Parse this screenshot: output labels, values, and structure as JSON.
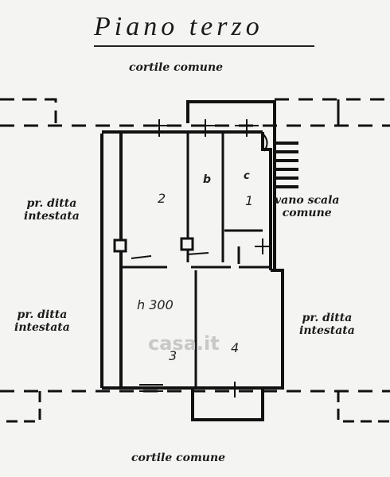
{
  "title": "Piano terzo",
  "courtyard_top": "cortile comune",
  "courtyard_bottom": "cortile comune",
  "neighbor_left_upper": {
    "line1": "pr. ditta",
    "line2": "intestata"
  },
  "neighbor_left_lower": {
    "line1": "pr. ditta",
    "line2": "intestata"
  },
  "neighbor_right_lower": {
    "line1": "pr. ditta",
    "line2": "intestata"
  },
  "stairwell": {
    "line1": "vano scala",
    "line2": "comune"
  },
  "rooms": {
    "room_2": "2",
    "room_b": "b",
    "room_c": "c",
    "room_1": "1",
    "room_3": "3",
    "room_4": "4"
  },
  "measures": {
    "height": "h 300"
  },
  "watermark": "casa.it",
  "colors": {
    "ink": "#1a1a1a",
    "paper": "#f4f4f2",
    "watermark": "#c8c8c8"
  }
}
